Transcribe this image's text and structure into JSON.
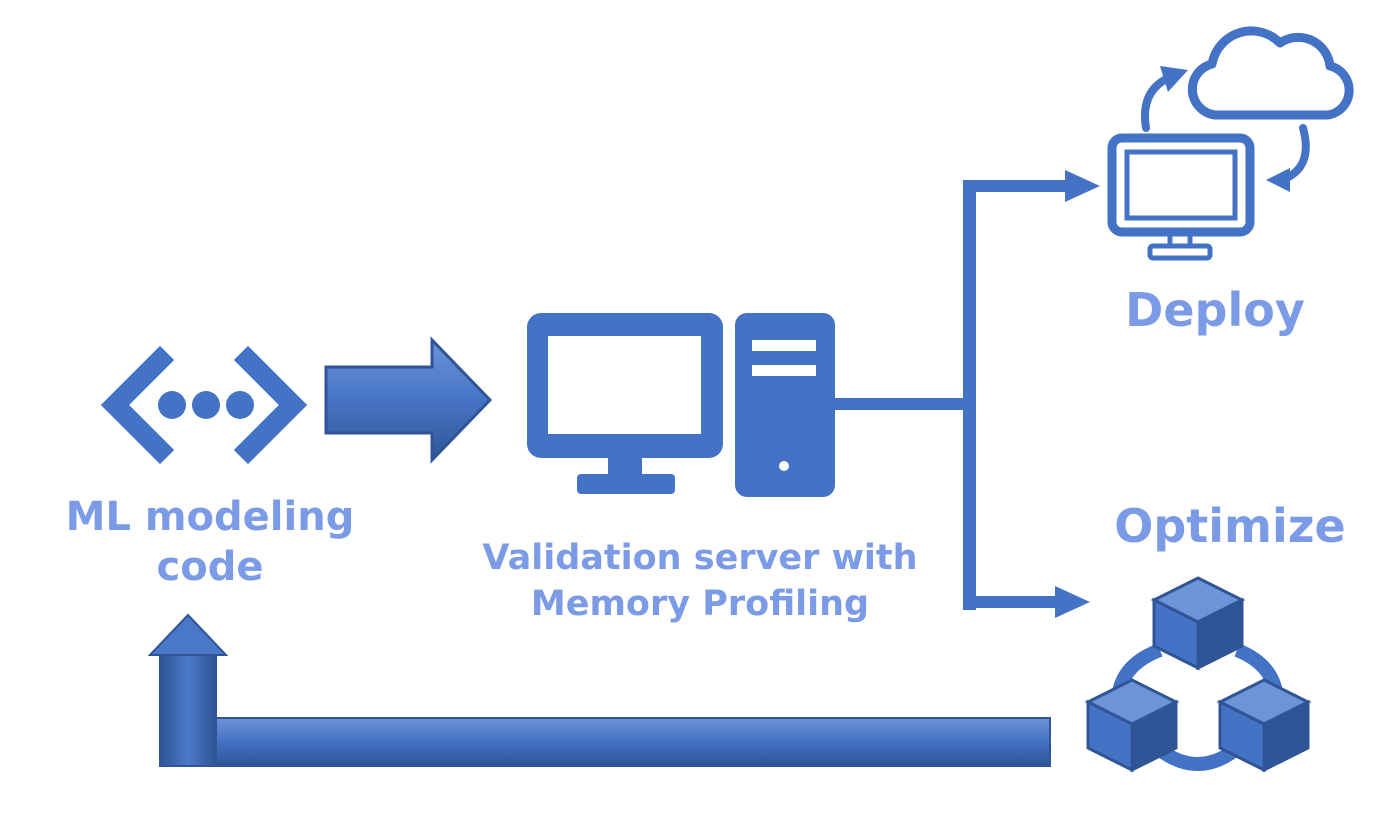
{
  "nodes": {
    "code": {
      "label_line1": "ML modeling",
      "label_line2": "code",
      "icon": "code-network-icon"
    },
    "server": {
      "label_line1": "Validation server with",
      "label_line2": "Memory Profiling",
      "icon": "desktop-computer-tower-icon"
    },
    "deploy": {
      "label": "Deploy",
      "icon": "monitor-cloud-sync-icon"
    },
    "optimize": {
      "label": "Optimize",
      "icon": "connected-cubes-icon"
    }
  },
  "colors": {
    "primary": "#4472C4",
    "primary_dark": "#2F5597",
    "label": "#7B9BE6"
  }
}
